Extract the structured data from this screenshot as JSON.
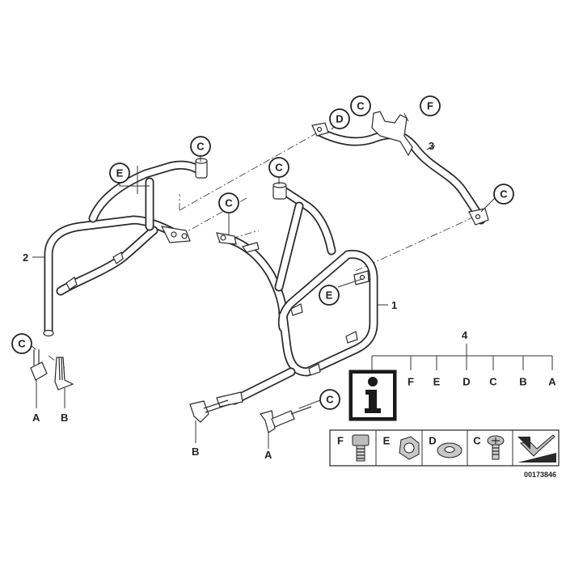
{
  "callouts": {
    "c1": "C",
    "c2": "C",
    "c3": "C",
    "c4": "C",
    "c5": "C",
    "c6": "C",
    "c7": "C",
    "d1": "D",
    "f1": "F",
    "e1": "E",
    "e2": "E"
  },
  "numbers": {
    "n1": "1",
    "n2": "2",
    "n3": "3",
    "n4": "4"
  },
  "letters": {
    "a1": "A",
    "b1": "B",
    "a2": "A",
    "b2": "B"
  },
  "legend_tree": [
    "F",
    "E",
    "D",
    "C",
    "B",
    "A"
  ],
  "parts_strip": [
    "F",
    "E",
    "D",
    "C"
  ],
  "doc_number": "00173846",
  "colors": {
    "line": "#2a2a2a",
    "background": "#ffffff",
    "info_icon": "#1a1a1a"
  },
  "icons": {
    "info": "info-icon",
    "arrow": "arrow-icon"
  }
}
